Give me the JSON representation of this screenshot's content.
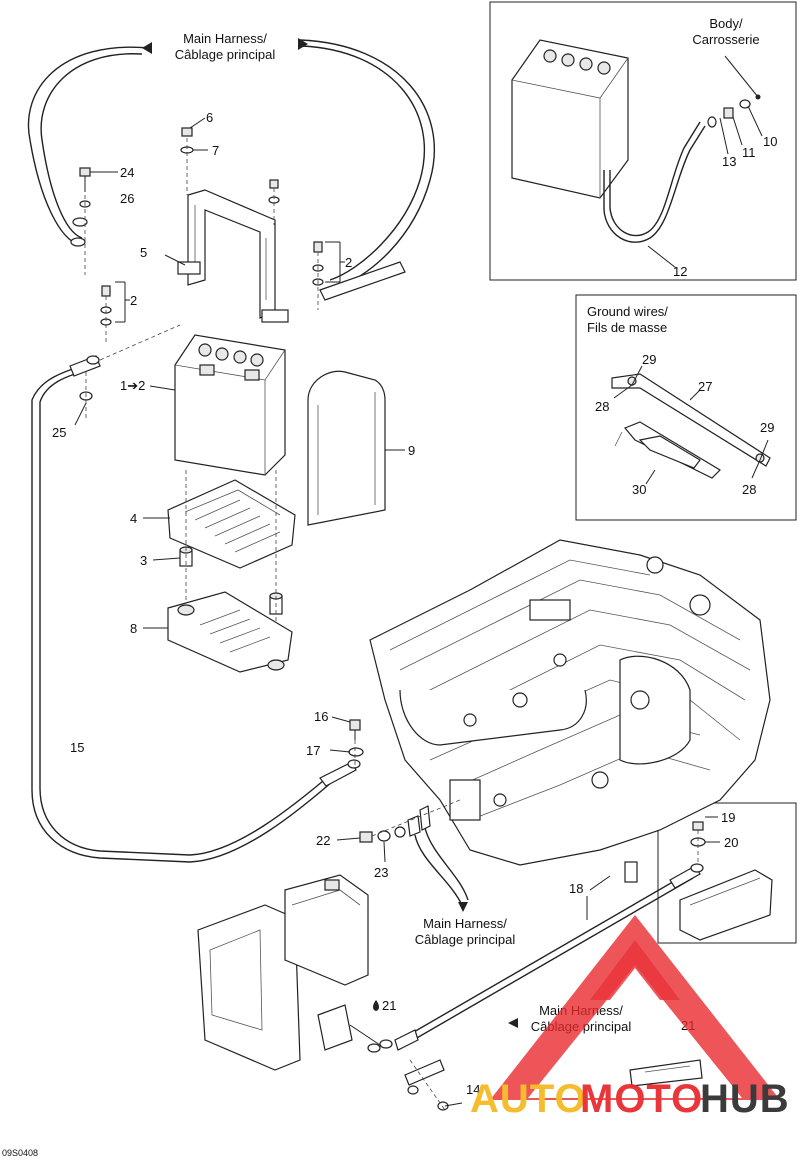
{
  "labels": {
    "main_harness_top": [
      "Main Harness/",
      "Câblage principal"
    ],
    "main_harness_mid": [
      "Main Harness/",
      "Câblage principal"
    ],
    "main_harness_bottom": [
      "Main Harness/",
      "Câblage principal"
    ],
    "body": [
      "Body/",
      "Carrosserie"
    ],
    "ground_wires": [
      "Ground wires/",
      "Fils de masse"
    ]
  },
  "callouts": {
    "c1": "1➔2",
    "c2a": "2",
    "c2b": "2",
    "c3": "3",
    "c4": "4",
    "c5": "5",
    "c6": "6",
    "c7": "7",
    "c8": "8",
    "c9": "9",
    "c10": "10",
    "c11": "11",
    "c12": "12",
    "c13": "13",
    "c14": "14",
    "c15": "15",
    "c16": "16",
    "c17": "17",
    "c18": "18",
    "c19": "19",
    "c20": "20",
    "c21a": "21",
    "c21b": "21",
    "c22": "22",
    "c23": "23",
    "c24": "24",
    "c25": "25",
    "c26": "26",
    "c27": "27",
    "c28a": "28",
    "c28b": "28",
    "c29a": "29",
    "c29b": "29",
    "c30": "30"
  },
  "drawing_code": "09S0408",
  "watermark": {
    "text_auto": "AUTO",
    "text_moto": "MOTO",
    "text_hub": "HUB",
    "color_red": "#e8262b",
    "color_gold": "#f5b81c",
    "color_dark": "#2b2b2b"
  }
}
